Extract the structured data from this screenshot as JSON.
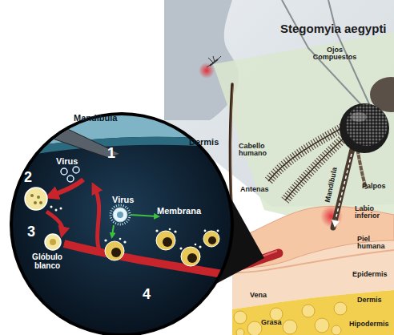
{
  "diagram": {
    "title": "Stegomyia aegypti",
    "labels": [
      "Mandíbula",
      "Dermis",
      "1",
      "Virus",
      "2",
      "3",
      "Glóbulo blanco",
      "Virus",
      "Membrana",
      "4",
      "Ojos Compuestos",
      "Antenas",
      "Palpos",
      "Mandíbula",
      "Labio inferior",
      "Cabello humano",
      "Piel humana",
      "Vena",
      "Epidermis",
      "Dermis",
      "Grasa",
      "Hipodermis"
    ]
  }
}
